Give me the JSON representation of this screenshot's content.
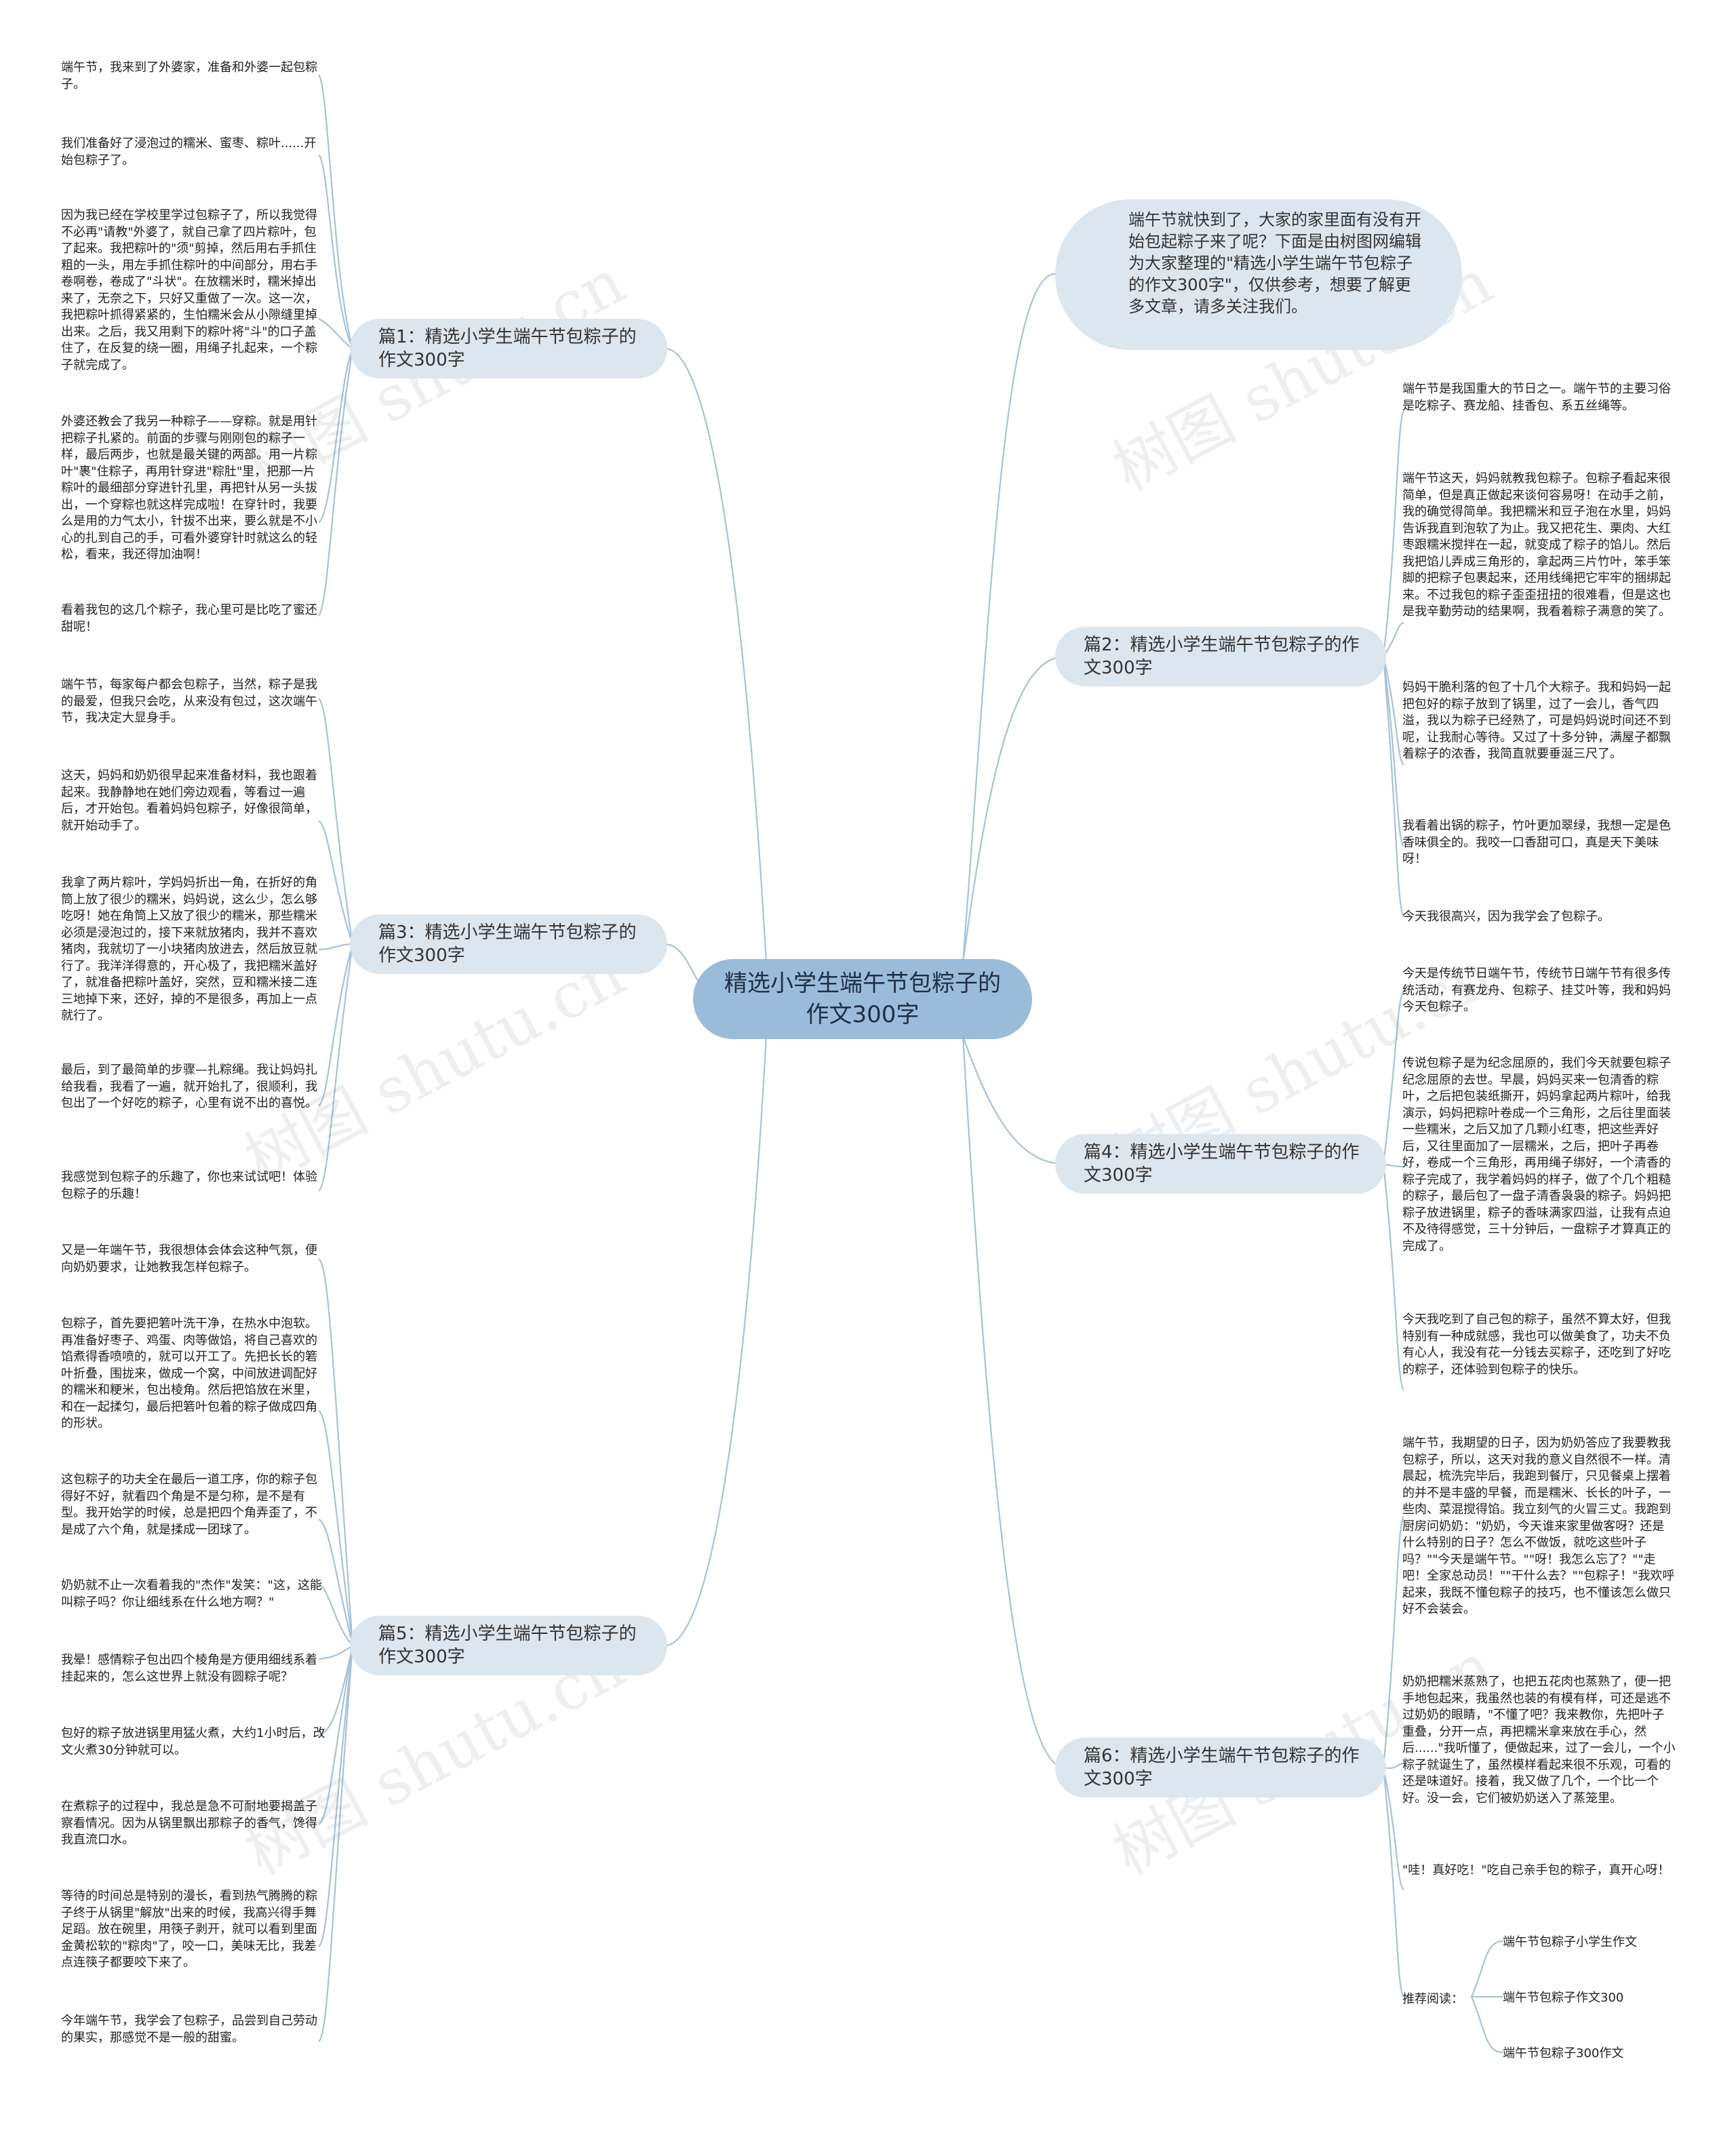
{
  "root": "精选小学生端午节包粽子的作文300字",
  "intro": "端午节就快到了，大家的家里面有没有开始包起粽子来了呢？下面是由树图网编辑为大家整理的\"精选小学生端午节包粽子的作文300字\"，仅供参考，想要了解更多文章，请多关注我们。",
  "branches": {
    "b1": "篇1：精选小学生端午节包粽子的作文300字",
    "b2": "篇2：精选小学生端午节包粽子的作文300字",
    "b3": "篇3：精选小学生端午节包粽子的作文300字",
    "b4": "篇4：精选小学生端午节包粽子的作文300字",
    "b5": "篇5：精选小学生端午节包粽子的作文300字",
    "b6": "篇6：精选小学生端午节包粽子的作文300字"
  },
  "leaves": {
    "b1": [
      "端午节，我来到了外婆家，准备和外婆一起包粽子。",
      "我们准备好了浸泡过的糯米、蜜枣、粽叶......开始包粽子了。",
      "因为我已经在学校里学过包粽子了，所以我觉得不必再\"请教\"外婆了，就自己拿了四片粽叶，包了起来。我把粽叶的\"须\"剪掉，然后用右手抓住粗的一头，用左手抓住粽叶的中间部分，用右手卷啊卷，卷成了\"斗状\"。在放糯米时，糯米掉出来了，无奈之下，只好又重做了一次。这一次，我把粽叶抓得紧紧的，生怕糯米会从小隙缝里掉出来。之后，我又用剩下的粽叶将\"斗\"的口子盖住了，在反复的绕一圈，用绳子扎起来，一个粽子就完成了。",
      "外婆还教会了我另一种粽子——穿粽。就是用针把粽子扎紧的。前面的步骤与刚刚包的粽子一样，最后两步，也就是最关键的两部。用一片粽叶\"裹\"住粽子，再用针穿进\"粽肚\"里，把那一片粽叶的最细部分穿进针孔里，再把针从另一头拔出，一个穿粽也就这样完成啦！在穿针时，我要么是用的力气太小，针拔不出来，要么就是不小心的扎到自己的手，可看外婆穿针时就这么的轻松，看来，我还得加油啊！",
      "看着我包的这几个粽子，我心里可是比吃了蜜还甜呢！"
    ],
    "b3": [
      "端午节，每家每户都会包粽子，当然，粽子是我的最爱，但我只会吃，从来没有包过，这次端午节，我决定大显身手。",
      "这天，妈妈和奶奶很早起来准备材料，我也跟着起来。我静静地在她们旁边观看，等看过一遍后，才开始包。看着妈妈包粽子，好像很简单，就开始动手了。",
      "我拿了两片粽叶，学妈妈折出一角，在折好的角筒上放了很少的糯米，妈妈说，这么少，怎么够吃呀！她在角筒上又放了很少的糯米，那些糯米必须是浸泡过的，接下来就放猪肉，我并不喜欢猪肉，我就切了一小块猪肉放进去，然后放豆就行了。我洋洋得意的，开心极了，我把糯米盖好了，就准备把粽叶盖好，突然，豆和糯米接二连三地掉下来，还好，掉的不是很多，再加上一点就行了。",
      "最后，到了最简单的步骤—扎粽绳。我让妈妈扎给我看，我看了一遍，就开始扎了，很顺利，我包出了一个好吃的粽子，心里有说不出的喜悦。",
      "我感觉到包粽子的乐趣了，你也来试试吧！体验包粽子的乐趣！"
    ],
    "b5": [
      "又是一年端午节，我很想体会体会这种气氛，便向奶奶要求，让她教我怎样包粽子。",
      "包粽子，首先要把箬叶洗干净，在热水中泡软。再准备好枣子、鸡蛋、肉等做馅，将自己喜欢的馅煮得香喷喷的，就可以开工了。先把长长的箬叶折叠，围拢来，做成一个窝，中间放进调配好的糯米和粳米，包出棱角。然后把馅放在米里，和在一起揉匀，最后把箬叶包着的粽子做成四角的形状。",
      "这包粽子的功夫全在最后一道工序，你的粽子包得好不好，就看四个角是不是匀称，是不是有型。我开始学的时候，总是把四个角弄歪了，不是成了六个角，就是揉成一团球了。",
      "奶奶就不止一次看着我的\"杰作\"发笑：\"这，这能叫粽子吗？你让细线系在什么地方啊？\"",
      "我晕！感情粽子包出四个棱角是方便用细线系着挂起来的，怎么这世界上就没有圆粽子呢？",
      "包好的粽子放进锅里用猛火煮，大约1小时后，改文火煮30分钟就可以。",
      "在煮粽子的过程中，我总是急不可耐地要揭盖子察看情况。因为从锅里飘出那粽子的香气，馋得我直流口水。",
      "等待的时间总是特别的漫长，看到热气腾腾的粽子终于从锅里\"解放\"出来的时候，我高兴得手舞足蹈。放在碗里，用筷子剥开，就可以看到里面金黄松软的\"粽肉\"了，咬一口，美味无比，我差点连筷子都要咬下来了。",
      "今年端午节，我学会了包粽子，品尝到自己劳动的果实，那感觉不是一般的甜蜜。"
    ],
    "b2": [
      "端午节是我国重大的节日之一。端午节的主要习俗是吃粽子、赛龙船、挂香包、系五丝绳等。",
      "端午节这天，妈妈就教我包粽子。包粽子看起来很简单，但是真正做起来谈何容易呀！在动手之前，我的确觉得简单。我把糯米和豆子泡在水里，妈妈告诉我直到泡软了为止。我又把花生、栗肉、大红枣跟糯米搅拌在一起，就变成了粽子的馅儿。然后我把馅儿弄成三角形的，拿起两三片竹叶，笨手笨脚的把粽子包裹起来，还用线绳把它牢牢的捆绑起来。不过我包的粽子歪歪扭扭的很难看，但是这也是我辛勤劳动的结果啊，我看着粽子满意的笑了。",
      "妈妈干脆利落的包了十几个大粽子。我和妈妈一起把包好的粽子放到了锅里，过了一会儿，香气四溢，我以为粽子已经熟了，可是妈妈说时间还不到呢，让我耐心等待。又过了十多分钟，满屋子都飘着粽子的浓香，我简直就要垂涎三尺了。",
      "我看着出锅的粽子，竹叶更加翠绿，我想一定是色香味俱全的。我咬一口香甜可口，真是天下美味呀！",
      "今天我很高兴，因为我学会了包粽子。"
    ],
    "b4": [
      "今天是传统节日端午节，传统节日端午节有很多传统活动，有赛龙舟、包粽子、挂艾叶等，我和妈妈今天包粽子。",
      "传说包粽子是为纪念屈原的，我们今天就要包粽子纪念屈原的去世。早晨，妈妈买来一包清香的粽叶，之后把包装纸撕开，妈妈拿起两片粽叶，给我演示，妈妈把粽叶卷成一个三角形，之后往里面装一些糯米，之后又加了几颗小红枣，把这些弄好后，又往里面加了一层糯米，之后，把叶子再卷好，卷成一个三角形，再用绳子绑好，一个清香的粽子完成了，我学着妈妈的样子，做了个几个粗糙的粽子，最后包了一盘子清香袅袅的粽子。妈妈把粽子放进锅里，粽子的香味满家四溢，让我有点迫不及待得感觉，三十分钟后，一盘粽子才算真正的完成了。",
      "今天我吃到了自己包的粽子，虽然不算太好，但我特别有一种成就感，我也可以做美食了，功夫不负有心人，我没有花一分钱去买粽子，还吃到了好吃的粽子，还体验到包粽子的快乐。"
    ],
    "b6": [
      "端午节，我期望的日子，因为奶奶答应了我要教我包粽子，所以，这天对我的意义自然很不一样。清晨起，梳洗完毕后，我跑到餐厅，只见餐桌上摆着的并不是丰盛的早餐，而是糯米、长长的叶子，一些肉、菜混搅得馅。我立刻气的火冒三丈。我跑到厨房问奶奶：\"奶奶，今天谁来家里做客呀？还是什么特别的日子？怎么不做饭，就吃这些叶子吗？\"\"今天是端午节。\"\"呀！我怎么忘了？\"\"走吧！全家总动员！\"\"干什么去？\"\"包粽子！\"我欢呼起来，我既不懂包粽子的技巧，也不懂该怎么做只好不会装会。",
      "奶奶把糯米蒸熟了，也把五花肉也蒸熟了，便一把手地包起来，我虽然也装的有模有样，可还是逃不过奶奶的眼睛，\"不懂了吧？我来教你，先把叶子重叠，分开一点，再把糯米拿来放在手心，然后......\"我听懂了，便做起来，过了一会儿，一个小粽子就诞生了，虽然模样看起来很不乐观，可看的还是味道好。接着，我又做了几个，一个比一个好。没一会，它们被奶奶送入了蒸笼里。",
      "\"哇！真好吃！\"吃自己亲手包的粽子，真开心呀！"
    ]
  },
  "recommend": {
    "label": "推荐阅读：",
    "items": [
      "端午节包粽子小学生作文",
      "端午节包粽子作文300",
      "端午节包粽子300作文"
    ]
  },
  "watermark": "树图 shutu.cn",
  "colors": {
    "root": "#9bbbda",
    "branch": "#dce6ee",
    "link": "#a8c2d6"
  }
}
